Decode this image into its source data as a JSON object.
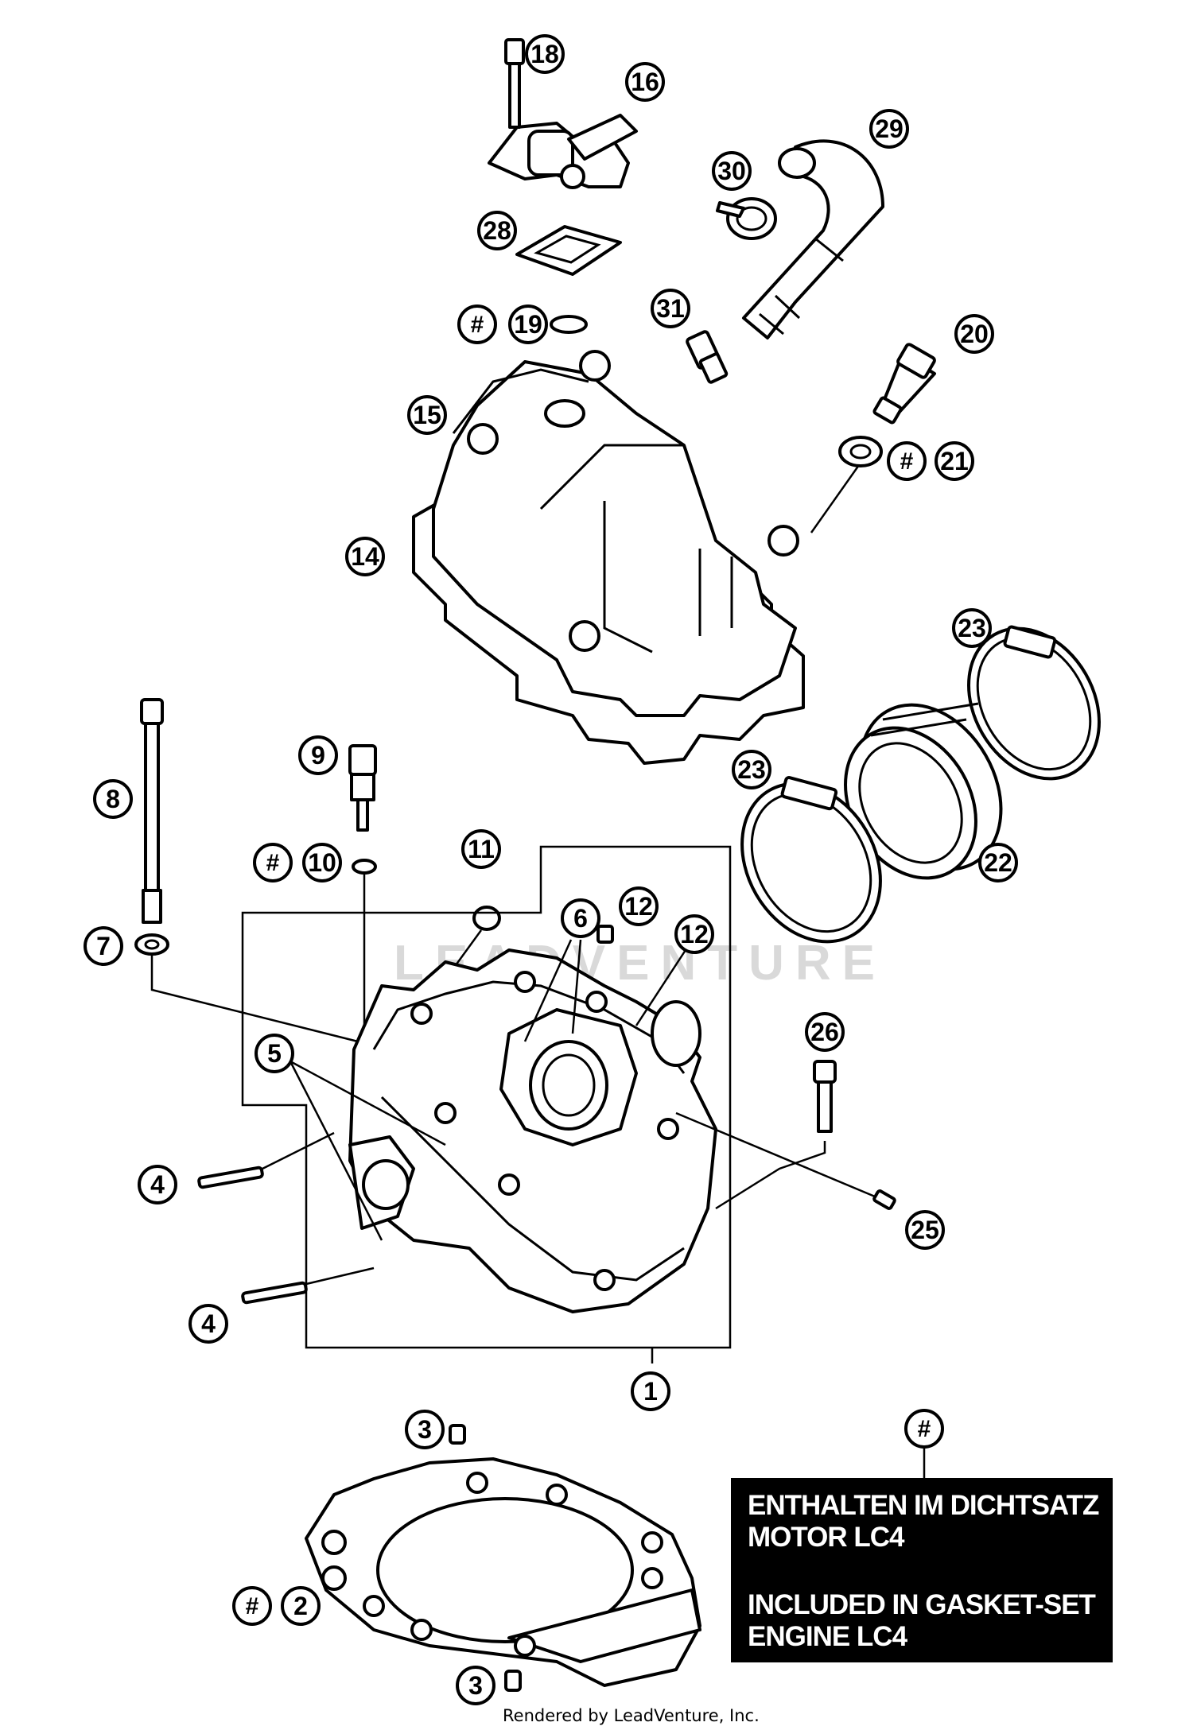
{
  "callouts": [
    {
      "id": "c1",
      "label": "1"
    },
    {
      "id": "c2",
      "label": "2",
      "hash": "#"
    },
    {
      "id": "c3a",
      "label": "3"
    },
    {
      "id": "c3b",
      "label": "3"
    },
    {
      "id": "c4a",
      "label": "4"
    },
    {
      "id": "c4b",
      "label": "4"
    },
    {
      "id": "c5",
      "label": "5"
    },
    {
      "id": "c6",
      "label": "6"
    },
    {
      "id": "c7",
      "label": "7"
    },
    {
      "id": "c8",
      "label": "8"
    },
    {
      "id": "c9",
      "label": "9"
    },
    {
      "id": "c10",
      "label": "10",
      "hash": "#"
    },
    {
      "id": "c11",
      "label": "11"
    },
    {
      "id": "c12a",
      "label": "12"
    },
    {
      "id": "c12b",
      "label": "12"
    },
    {
      "id": "c14",
      "label": "14"
    },
    {
      "id": "c15",
      "label": "15"
    },
    {
      "id": "c16",
      "label": "16"
    },
    {
      "id": "c18",
      "label": "18"
    },
    {
      "id": "c19",
      "label": "19",
      "hash": "#"
    },
    {
      "id": "c20",
      "label": "20"
    },
    {
      "id": "c21",
      "label": "21",
      "hash": "#"
    },
    {
      "id": "c22",
      "label": "22"
    },
    {
      "id": "c23a",
      "label": "23"
    },
    {
      "id": "c23b",
      "label": "23"
    },
    {
      "id": "c25",
      "label": "25"
    },
    {
      "id": "c26",
      "label": "26"
    },
    {
      "id": "c28",
      "label": "28"
    },
    {
      "id": "c29",
      "label": "29"
    },
    {
      "id": "c30",
      "label": "30"
    },
    {
      "id": "c31",
      "label": "31"
    }
  ],
  "legend": {
    "marker": "#",
    "line1": "ENTHALTEN IM DICHTSATZ",
    "line2": "MOTOR LC4",
    "line3": "INCLUDED IN GASKET-SET",
    "line4": "ENGINE LC4"
  },
  "watermark": "LEADVENTURE",
  "footer": "Rendered by LeadVenture, Inc."
}
